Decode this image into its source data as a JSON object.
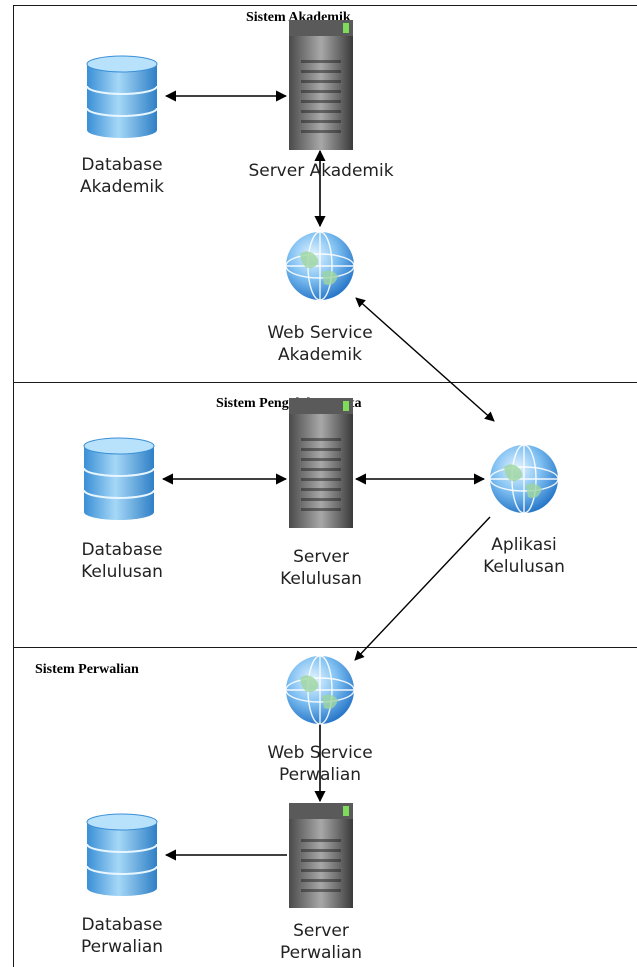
{
  "sections": {
    "akademik_title": "Sistem Akademik",
    "pengolahan_title": "Sistem Pengolahan Data",
    "perwalian_title": "Sistem Perwalian"
  },
  "nodes": {
    "db_akademik": {
      "line1": "Database",
      "line2": "Akademik",
      "icon": "database-icon"
    },
    "server_akademik": {
      "line1": "Server Akademik",
      "icon": "server-icon"
    },
    "ws_akademik": {
      "line1": "Web Service",
      "line2": "Akademik",
      "icon": "globe-icon"
    },
    "db_kelulusan": {
      "line1": "Database",
      "line2": "Kelulusan",
      "icon": "database-icon"
    },
    "server_kelulusan": {
      "line1": "Server",
      "line2": "Kelulusan",
      "icon": "server-icon"
    },
    "app_kelulusan": {
      "line1": "Aplikasi",
      "line2": "Kelulusan",
      "icon": "globe-icon"
    },
    "ws_perwalian": {
      "line1": "Web Service",
      "line2": "Perwalian",
      "icon": "globe-icon"
    },
    "db_perwalian": {
      "line1": "Database",
      "line2": "Perwalian",
      "icon": "database-icon"
    },
    "server_perwalian": {
      "line1": "Server",
      "line2": "Perwalian",
      "icon": "server-icon"
    }
  },
  "colors": {
    "db_light": "#9fd3f5",
    "db_dark": "#3a8fd6",
    "server_light": "#9a9a9a",
    "server_dark": "#3e3e3e",
    "globe_light": "#cfe9ff",
    "globe_dark": "#2f86d9",
    "line": "#000000"
  }
}
